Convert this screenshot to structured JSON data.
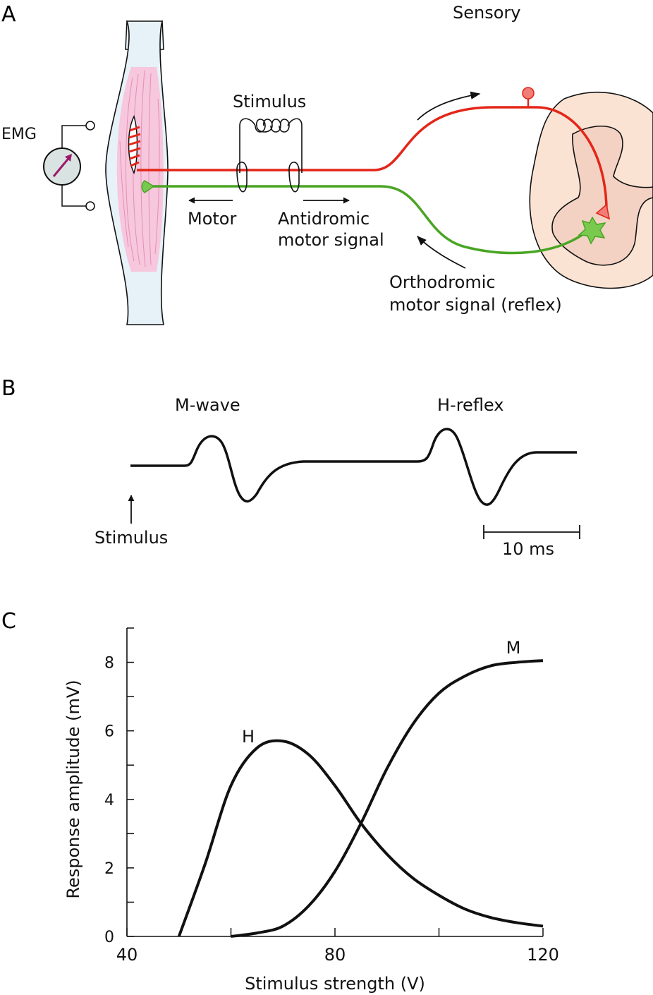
{
  "panels": {
    "a": "A",
    "b": "B",
    "c": "C"
  },
  "panel_a": {
    "emg": "EMG",
    "stimulus": "Stimulus",
    "sensory": "Sensory",
    "motor": "Motor",
    "antidromic_line1": "Antidromic",
    "antidromic_line2": "motor signal",
    "orthodromic_line1": "Orthodromic",
    "orthodromic_line2": "motor signal (reflex)",
    "colors": {
      "sensory_fiber": "#e32619",
      "motor_fiber": "#4aa524",
      "muscle": "#f6c7dd",
      "spinal_cord": "#fbe3d4",
      "grey_matter": "#f3d2c3",
      "emg_meter": "#d9e3e2",
      "emg_needle": "#9b1a6b"
    }
  },
  "panel_b": {
    "m_wave": "M-wave",
    "h_reflex": "H-reflex",
    "stimulus": "Stimulus",
    "scale_bar": "10 ms"
  },
  "chart_data": {
    "type": "line",
    "xlabel": "Stimulus strength (V)",
    "ylabel": "Response amplitude (mV)",
    "xlim": [
      40,
      120
    ],
    "ylim": [
      0,
      9
    ],
    "xticks": [
      40,
      80,
      120
    ],
    "yticks": [
      0,
      2,
      4,
      6,
      8
    ],
    "grid": false,
    "series": [
      {
        "name": "H",
        "x": [
          50,
          55,
          60,
          65,
          70,
          75,
          80,
          85,
          90,
          95,
          100,
          105,
          110,
          115,
          120
        ],
        "y": [
          0,
          2.1,
          4.4,
          5.5,
          5.7,
          5.3,
          4.4,
          3.3,
          2.4,
          1.7,
          1.2,
          0.8,
          0.55,
          0.4,
          0.3
        ]
      },
      {
        "name": "M",
        "x": [
          60,
          65,
          70,
          75,
          80,
          85,
          90,
          95,
          100,
          105,
          110,
          115,
          120
        ],
        "y": [
          0,
          0.1,
          0.3,
          0.9,
          1.9,
          3.3,
          4.9,
          6.2,
          7.1,
          7.6,
          7.9,
          8.0,
          8.05
        ]
      }
    ]
  }
}
